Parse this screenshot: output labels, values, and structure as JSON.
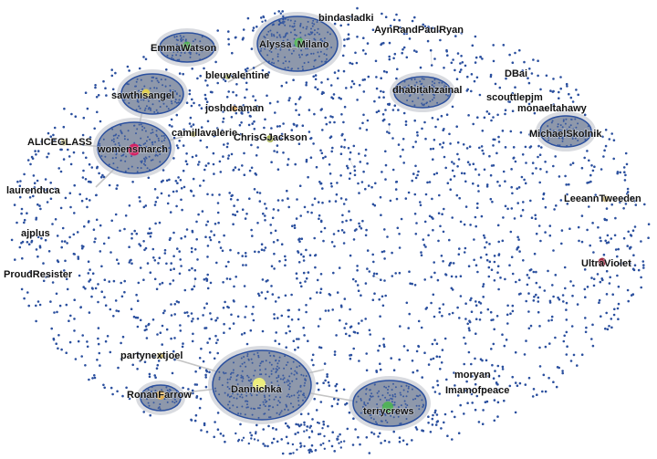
{
  "colors": {
    "node": "#2a4f9e",
    "edge": "#c9c9c9",
    "cluster_fill": "#8e98ab",
    "cluster_halo": "#b9bdc6"
  },
  "labels": [
    {
      "key": "bindasladki",
      "text": "bindasladki"
    },
    {
      "key": "aynrandpaulryan",
      "text": "AynRandPaulRyan"
    },
    {
      "key": "emmawatson",
      "text": "EmmaWatson"
    },
    {
      "key": "alyssa_milano",
      "text": "Alyssa_Milano"
    },
    {
      "key": "bleuvalentine",
      "text": "bleuvalentine"
    },
    {
      "key": "dbai",
      "text": "DBai"
    },
    {
      "key": "sawthisangel",
      "text": "sawthisangel"
    },
    {
      "key": "dhabitahzainal",
      "text": "dhabitahzainal"
    },
    {
      "key": "scouttlepjm",
      "text": "scouttlepjm"
    },
    {
      "key": "monaeltahawy",
      "text": "monaeltahawy"
    },
    {
      "key": "joshdcaman",
      "text": "joshdcaman"
    },
    {
      "key": "camillavalerie",
      "text": "camillavalerie"
    },
    {
      "key": "chrisgjackson",
      "text": "ChrisGJackson"
    },
    {
      "key": "michaelskolnik",
      "text": "MichaelSkolnik"
    },
    {
      "key": "aliceglass",
      "text": "ALICEGLASS"
    },
    {
      "key": "womensmarch",
      "text": "womensmarch"
    },
    {
      "key": "laurenduca",
      "text": "laurenduca"
    },
    {
      "key": "leeanntweeden",
      "text": "LeeannTweeden"
    },
    {
      "key": "ajplus",
      "text": "ajplus"
    },
    {
      "key": "ultraviolet",
      "text": "UltraViolet"
    },
    {
      "key": "proudresister",
      "text": "ProudResister"
    },
    {
      "key": "partynextjoel",
      "text": "partynextjoel"
    },
    {
      "key": "moryan",
      "text": "moryan"
    },
    {
      "key": "ronanfarrow",
      "text": "RonanFarrow"
    },
    {
      "key": "dannichka",
      "text": "Dannichka"
    },
    {
      "key": "imamofpeace",
      "text": "Imamofpeace"
    },
    {
      "key": "terrycrews",
      "text": "terrycrews"
    }
  ],
  "hubs": [
    {
      "key": "womensmarch",
      "color": "#d81b60"
    },
    {
      "key": "alyssa_milano",
      "color": "#59b85c"
    },
    {
      "key": "emmawatson",
      "color": "#4caf50"
    },
    {
      "key": "sawthisangel",
      "color": "#e6d34a"
    },
    {
      "key": "dannichka",
      "color": "#f2f27a"
    },
    {
      "key": "terrycrews",
      "color": "#4fb255"
    },
    {
      "key": "ronanfarrow",
      "color": "#e8b24a"
    },
    {
      "key": "ultraviolet",
      "color": "#9c1f38"
    },
    {
      "key": "chrisgjackson",
      "color": "#9aa83e"
    },
    {
      "key": "joshdcaman",
      "color": "#e39a3a"
    },
    {
      "key": "partynextjoel",
      "color": "#c7b04a"
    },
    {
      "key": "aliceglass",
      "color": "#c9c47a"
    },
    {
      "key": "camillavalerie",
      "color": "#b8b04a"
    },
    {
      "key": "leeanntweeden",
      "color": "#c9b26a"
    },
    {
      "key": "bleuvalentine",
      "color": "#a5b05a"
    }
  ]
}
